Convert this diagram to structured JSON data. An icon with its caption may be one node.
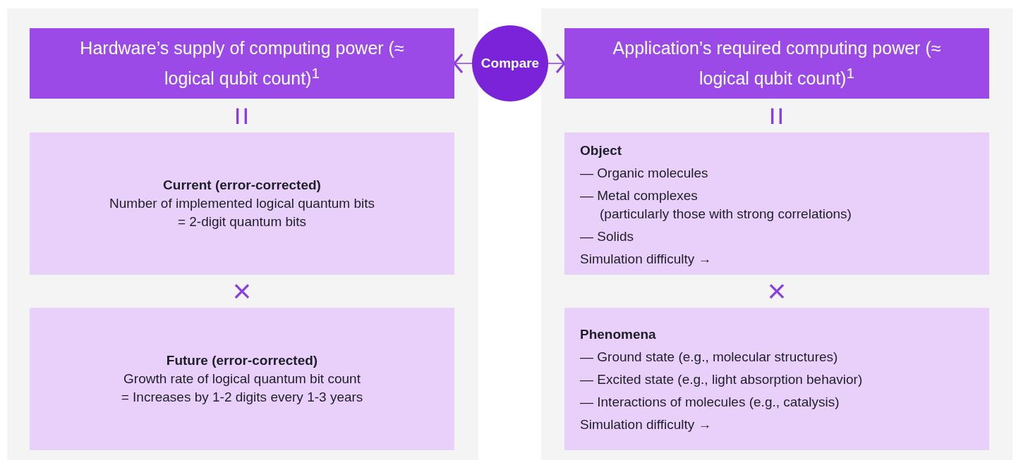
{
  "diagram": {
    "nodes": [
      {
        "text": [
          "Hardware’s supply of computing power (≈ logical qubit count)$^{1}$"
        ]
      },
      {
        "text": [
          "Compare"
        ]
      },
      {
        "text": [
          "Application’s required computing power (≈ logical qubit count)$^{1}$"
        ]
      },
      {
        "text": [
          "Current (error-corrected)",
          "Number of implemented logical quantum bits",
          "= 2-digit quantum bits"
        ]
      },
      {
        "text": [
          "Future (error-corrected)",
          "Growth rate of logical quantum bit count",
          "= Increases by 1-2 digits every 1-3 years"
        ]
      },
      {
        "text": [
          "Object",
          "— Organic molecules",
          "— Metal complexes",
          "(particularly those with strong correlations)",
          "— Solids",
          "Simulation difficulty →"
        ]
      },
      {
        "text": [
          "Phenomena",
          "— Ground state (e.g., molecular structures)",
          "— Excited state (e.g., light absorption behavior)",
          "— Interactions of molecules (e.g., catalysis)",
          "Simulation difficulty →"
        ]
      }
    ],
    "edges": [
      {
        "from": 1,
        "to": 0,
        "arrow": "to"
      },
      {
        "from": 1,
        "to": 2,
        "arrow": "to"
      }
    ],
    "labels": [
      "=",
      "=",
      "×",
      "×"
    ]
  }
}
